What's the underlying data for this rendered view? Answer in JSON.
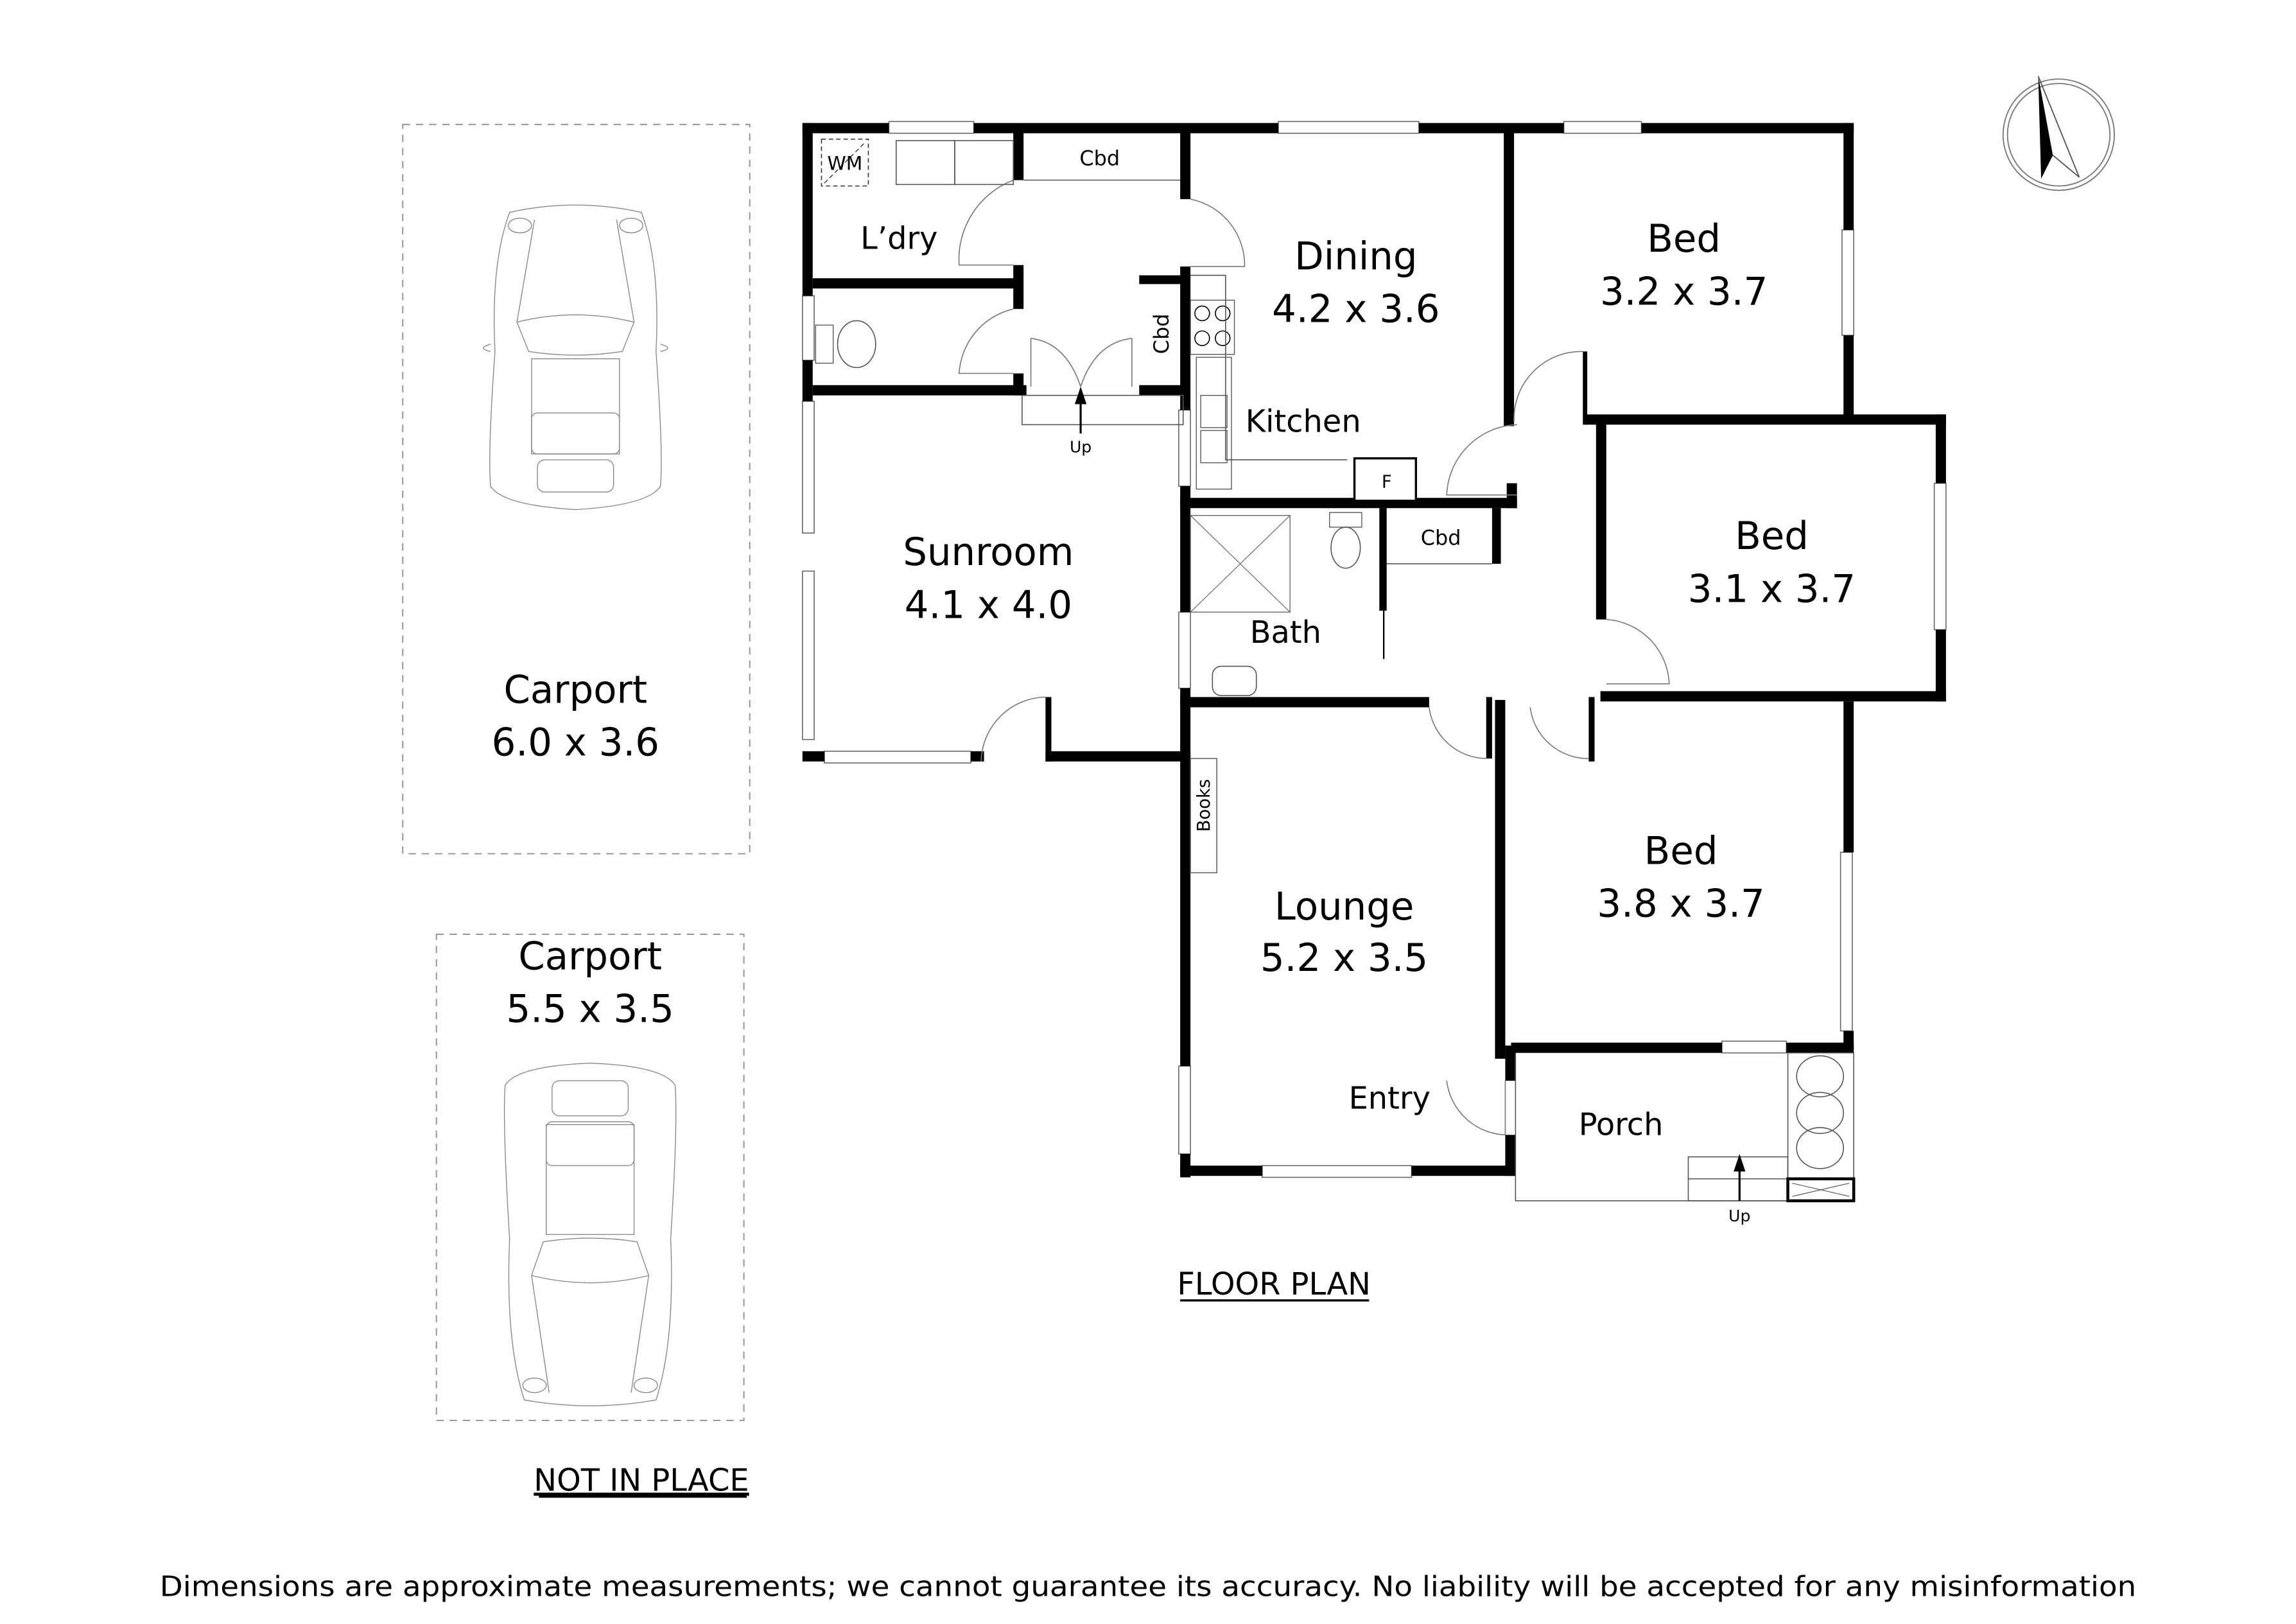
{
  "title": "FLOOR PLAN",
  "rooms": {
    "laundry": {
      "name": "L’dry"
    },
    "wm": {
      "name": "WM"
    },
    "cbd_top": {
      "name": "Cbd"
    },
    "cbd_side": {
      "name": "Cbd"
    },
    "cbd_hall": {
      "name": "Cbd"
    },
    "dining": {
      "name": "Dining",
      "dims": "4.2 x 3.6"
    },
    "kitchen": {
      "name": "Kitchen"
    },
    "fridge": {
      "name": "F"
    },
    "bed1": {
      "name": "Bed",
      "dims": "3.2 x 3.7"
    },
    "bed2": {
      "name": "Bed",
      "dims": "3.1 x 3.7"
    },
    "bed3": {
      "name": "Bed",
      "dims": "3.8 x 3.7"
    },
    "sunroom": {
      "name": "Sunroom",
      "dims": "4.1 x 4.0"
    },
    "bath": {
      "name": "Bath"
    },
    "books": {
      "name": "Books"
    },
    "lounge": {
      "name": "Lounge",
      "dims": "5.2 x 3.5"
    },
    "entry": {
      "name": "Entry"
    },
    "porch": {
      "name": "Porch"
    },
    "carport1": {
      "name": "Carport",
      "dims": "6.0 x 3.6"
    },
    "carport2": {
      "name": "Carport",
      "dims": "5.5 x 3.5"
    }
  },
  "stairs": {
    "rear_up": "Up",
    "porch_up": "Up"
  },
  "notes": {
    "not_in_place": "NOT IN PLACE",
    "disclaimer": "Dimensions are approximate measurements; we cannot guarantee its accuracy. No liability will be accepted for any misinformation"
  },
  "icons": {
    "compass": "north-arrow-icon",
    "car": "car-topview-icon"
  }
}
